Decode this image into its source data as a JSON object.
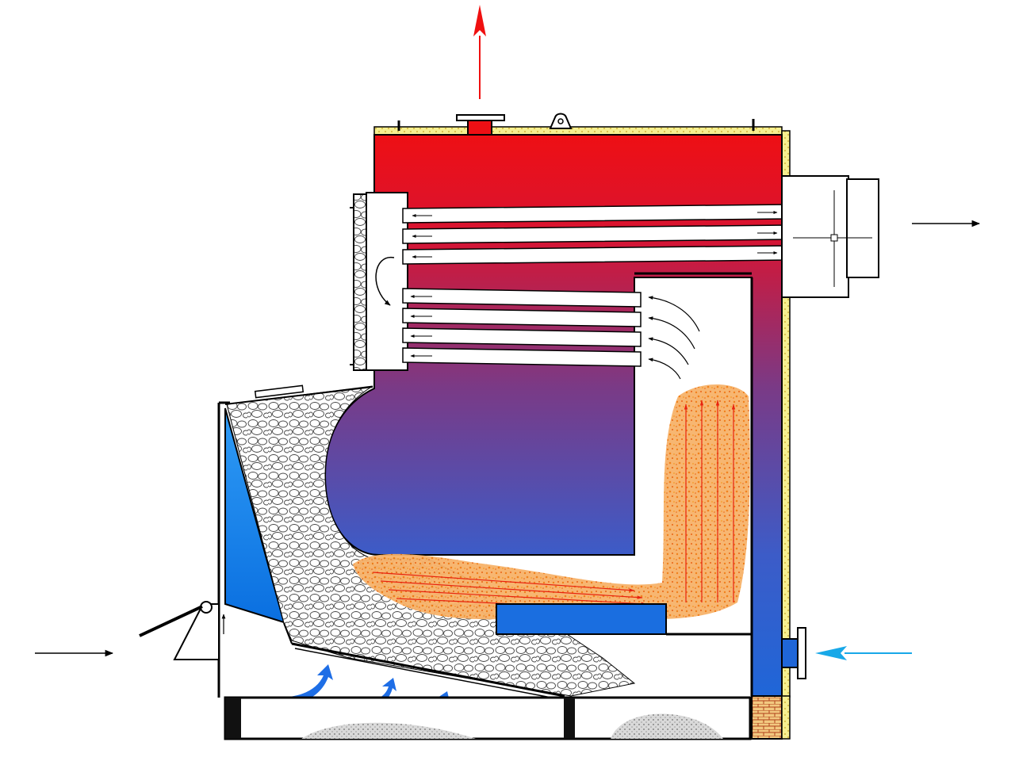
{
  "diagram": {
    "kind": "boiler-cross-section",
    "colors": {
      "hot_water": "#ee0f14",
      "cold_water": "#1f66d8",
      "gradient_mid": "#7a3a86",
      "hopper_water": "#1880f0",
      "flame": "#f28a1c",
      "flame_arrows": "#e8240f",
      "hot_out_arrow": "#f01010",
      "cold_in_arrow": "#18a8e8",
      "air_arrows": "#1e6ee6",
      "insulation": "#f6ef90",
      "brick": "#f2c880",
      "ash": "#a9a9a9",
      "outline": "#000000"
    },
    "flows": {
      "hot_water_out": "up",
      "flue_gas_out": "right",
      "cold_water_in": "left",
      "air_in": "right",
      "primary_air_arrows": 3
    },
    "fire_tubes": {
      "upper_pass_count": 3,
      "lower_pass_count": 4
    }
  }
}
